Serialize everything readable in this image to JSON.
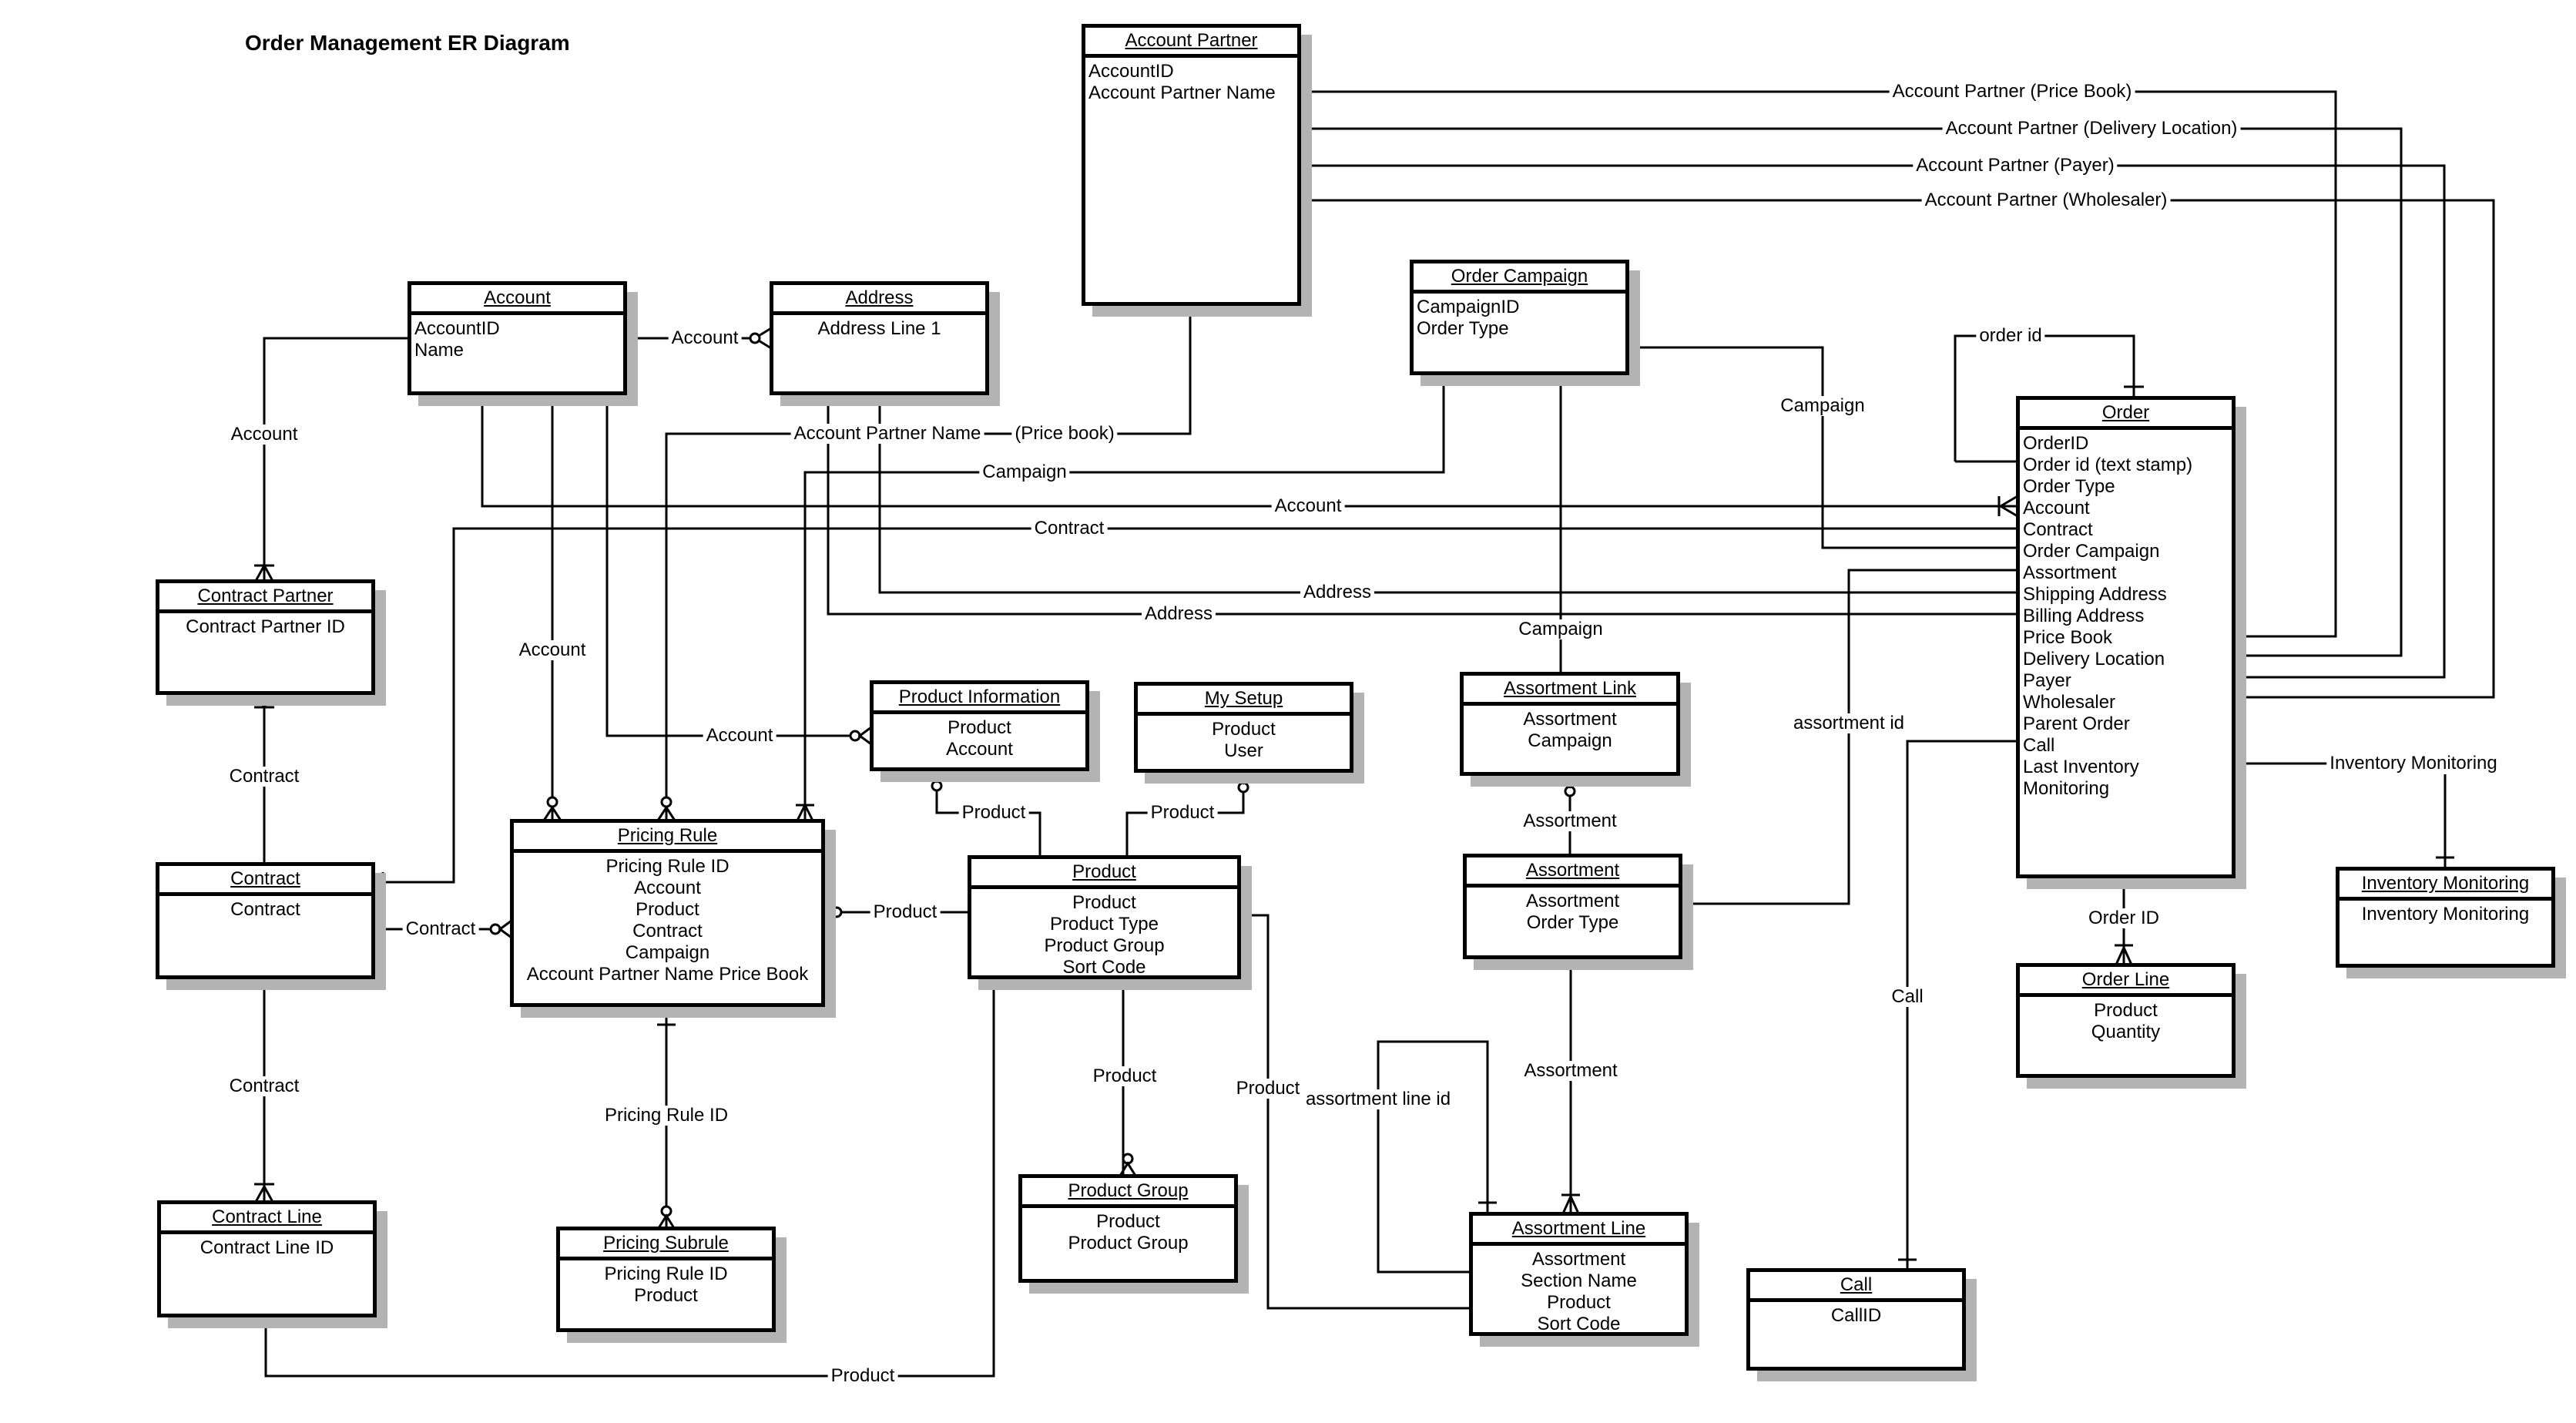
{
  "title": "Order Management ER Diagram",
  "entities": {
    "account_partner": {
      "name": "Account Partner",
      "attributes": [
        "AccountID",
        "Account Partner Name"
      ]
    },
    "account": {
      "name": "Account",
      "attributes": [
        "AccountID",
        "Name"
      ]
    },
    "address": {
      "name": "Address",
      "attributes": [
        "Address Line 1"
      ]
    },
    "order_campaign": {
      "name": "Order Campaign",
      "attributes": [
        "CampaignID",
        "Order Type"
      ]
    },
    "order": {
      "name": "Order ",
      "attributes": [
        "OrderID",
        "Order id (text stamp)",
        "Order Type",
        "Account",
        "Contract",
        "Order Campaign",
        "Assortment",
        "Shipping Address",
        "Billing Address",
        "Price Book",
        "Delivery Location",
        "Payer",
        "Wholesaler",
        "Parent Order",
        "Call",
        "Last Inventory Monitoring"
      ]
    },
    "contract_partner": {
      "name": "Contract Partner",
      "attributes": [
        "Contract Partner ID"
      ]
    },
    "pricing_rule": {
      "name": "Pricing Rule",
      "attributes": [
        "Pricing Rule ID",
        "Account",
        "Product",
        "Contract",
        "Campaign",
        "Account Partner Name Price Book"
      ]
    },
    "product_information": {
      "name": "Product Information",
      "attributes": [
        "Product",
        "Account"
      ]
    },
    "my_setup": {
      "name": "My Setup",
      "attributes": [
        "Product",
        "User"
      ]
    },
    "product": {
      "name": "Product",
      "attributes": [
        "Product",
        "Product Type",
        "Product Group",
        "Sort Code"
      ]
    },
    "assortment_link": {
      "name": "Assortment Link",
      "attributes": [
        "Assortment",
        "Campaign"
      ]
    },
    "assortment": {
      "name": "Assortment ",
      "attributes": [
        "Assortment",
        "Order Type"
      ]
    },
    "contract": {
      "name": "Contract",
      "attributes": [
        "Contract"
      ]
    },
    "contract_line": {
      "name": "Contract Line",
      "attributes": [
        "Contract Line ID"
      ]
    },
    "pricing_subrule": {
      "name": "Pricing Subrule",
      "attributes": [
        "Pricing Rule ID",
        "Product"
      ]
    },
    "product_group": {
      "name": "Product Group",
      "attributes": [
        "Product",
        "Product Group"
      ]
    },
    "assortment_line": {
      "name": "Assortment Line",
      "attributes": [
        "Assortment",
        "Section Name",
        "Product",
        "Sort Code"
      ]
    },
    "call": {
      "name": "Call",
      "attributes": [
        "CallID"
      ]
    },
    "order_line": {
      "name": "Order Line",
      "attributes": [
        "Product",
        "Quantity"
      ]
    },
    "inventory_monitoring": {
      "name": "Inventory Monitoring",
      "attributes": [
        "Inventory Monitoring"
      ]
    }
  },
  "relationship_labels": {
    "ap_price_book": "Account Partner (Price Book)",
    "ap_delivery_location": "Account Partner (Delivery Location)",
    "ap_payer": "Account Partner (Payer)",
    "ap_wholesaler": "Account Partner (Wholesaler)",
    "account_address": "Account",
    "account_contract_partner": "Account",
    "ap_name": "Account Partner Name",
    "price_book": "(Price book)",
    "campaign_pricing": "Campaign",
    "account_order": "Account",
    "contract_order": "Contract",
    "address_shipping": "Address",
    "address_billing": "Address",
    "campaign_order": "Campaign",
    "order_id_self": "order id",
    "account_pricing": "Account",
    "account_product_info": "Account",
    "campaign_assortment_link": "Campaign",
    "assortment_id": "assortment id",
    "contract_partner_contract": "Contract",
    "contract_pricing": "Contract",
    "product_pricing": "Product",
    "product_info_product": "Product",
    "my_setup_product": "Product",
    "assortment_link_assortment": "Assortment",
    "inventory_monitoring": "Inventory Monitoring",
    "order_id": "Order ID",
    "contract_contract_line": "Contract",
    "pricing_rule_id": "Pricing Rule ID",
    "product_product_group": "Product",
    "product_assortment_line": "Product",
    "assortment_line_id": "assortment line id",
    "assortment_assortment_line": "Assortment",
    "call": "Call",
    "product_contract_line": "Product"
  }
}
